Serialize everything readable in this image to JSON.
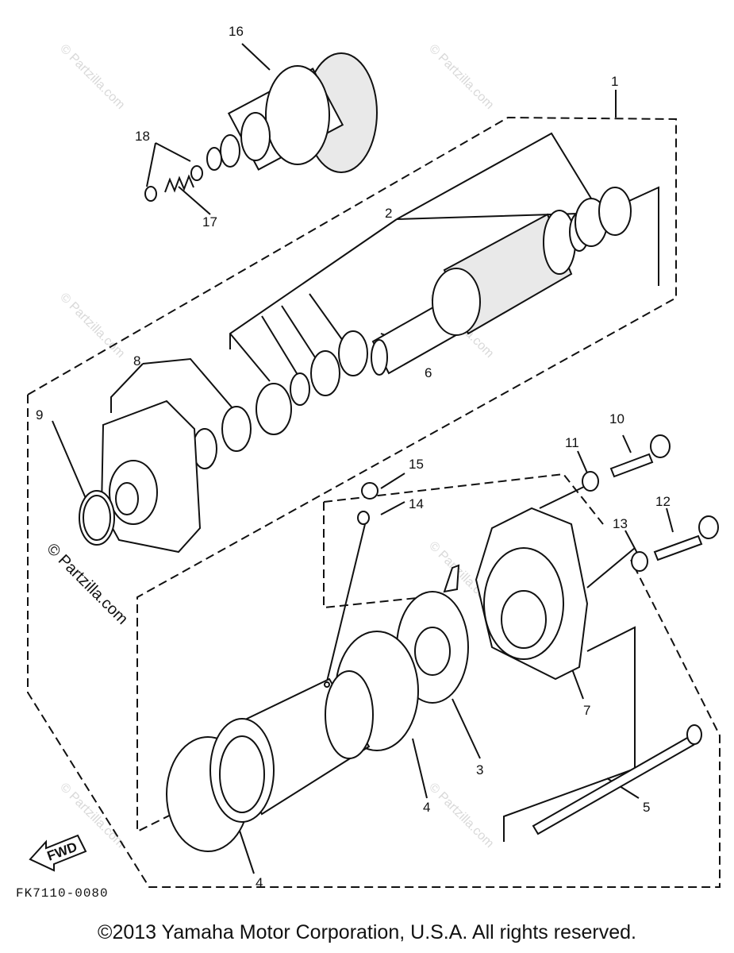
{
  "watermark": "© Partzilla.com",
  "figure_code": "FK7110-0080",
  "fwd_label": "FWD",
  "copyright": "©2013  Yamaha Motor Corporation, U.S.A. All rights reserved.",
  "callouts": {
    "c1": "1",
    "c2": "2",
    "c3": "3",
    "c4a": "4",
    "c4b": "4",
    "c5": "5",
    "c6": "6",
    "c7": "7",
    "c8": "8",
    "c9": "9",
    "c10": "10",
    "c11": "11",
    "c12": "12",
    "c13": "13",
    "c14": "14",
    "c15": "15",
    "c16": "16",
    "c17": "17",
    "c18": "18"
  }
}
